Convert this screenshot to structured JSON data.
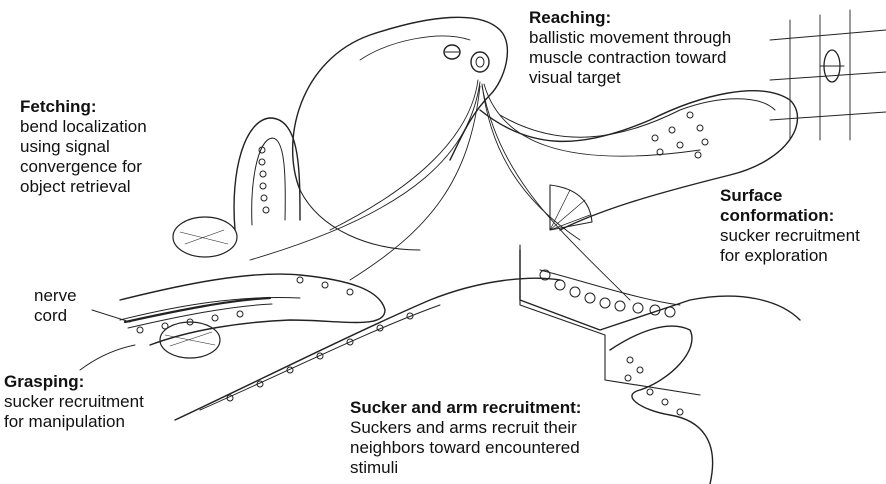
{
  "labels": {
    "reaching": {
      "title": "Reaching:",
      "body": "ballistic movement through\nmuscle contraction toward\nvisual target"
    },
    "fetching": {
      "title": "Fetching:",
      "body": "bend localization\nusing signal\nconvergence for\nobject retrieval"
    },
    "surface": {
      "title": "Surface\nconformation:",
      "body": "sucker recruitment\nfor exploration"
    },
    "nerve": {
      "body": "nerve\ncord"
    },
    "grasping": {
      "title": "Grasping:",
      "body": "sucker recruitment\nfor manipulation"
    },
    "recruitment": {
      "title": "Sucker and arm recruitment:",
      "body": "Suckers and arms recruit their\nneighbors toward encountered\nstimuli"
    }
  }
}
